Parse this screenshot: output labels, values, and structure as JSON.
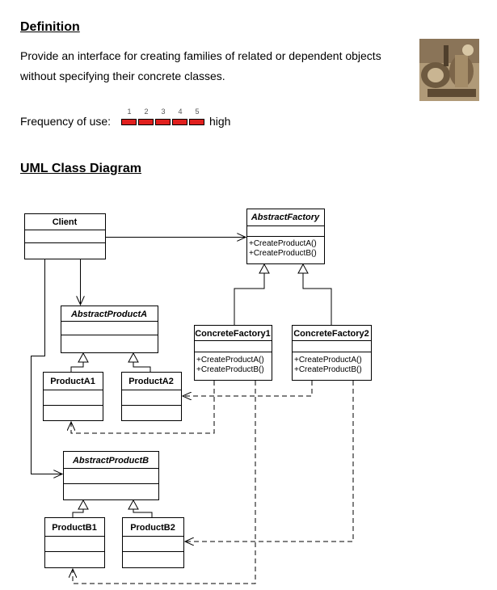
{
  "definition": {
    "heading": "Definition",
    "text": "Provide an interface for creating families of related or dependent objects without specifying their concrete classes."
  },
  "frequency": {
    "label": "Frequency of use:",
    "scale": [
      "1",
      "2",
      "3",
      "4",
      "5"
    ],
    "level": 5,
    "max": 5,
    "high_label": "high",
    "bar_color": "#e0201e"
  },
  "uml": {
    "heading": "UML Class Diagram",
    "classes": {
      "client": "Client",
      "abstract_factory": "AbstractFactory",
      "abstract_factory_ops": [
        "+CreateProductA()",
        "+CreateProductB()"
      ],
      "concrete_factory1": "ConcreteFactory1",
      "concrete_factory1_ops": [
        "+CreateProductA()",
        "+CreateProductB()"
      ],
      "concrete_factory2": "ConcreteFactory2",
      "concrete_factory2_ops": [
        "+CreateProductA()",
        "+CreateProductB()"
      ],
      "abstract_product_a": "AbstractProductA",
      "product_a1": "ProductA1",
      "product_a2": "ProductA2",
      "abstract_product_b": "AbstractProductB",
      "product_b1": "ProductB1",
      "product_b2": "ProductB2"
    }
  }
}
